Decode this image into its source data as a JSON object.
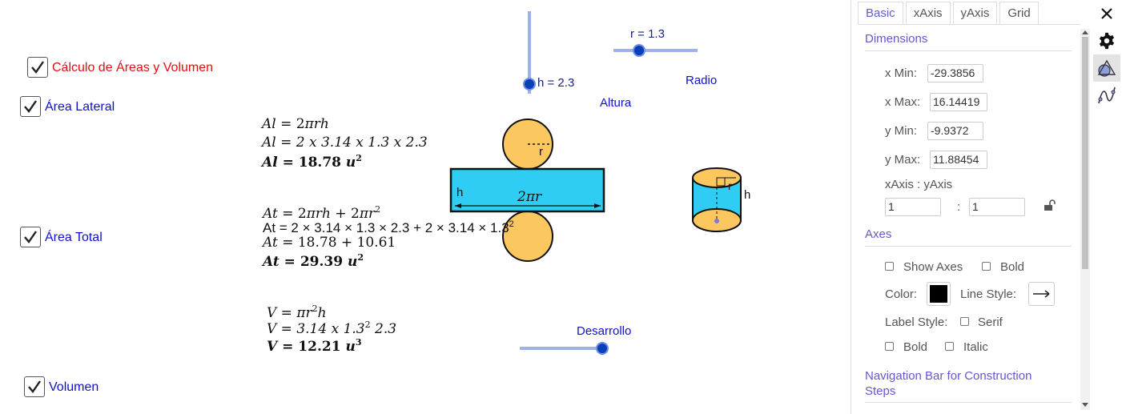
{
  "checkboxes": {
    "calc": {
      "label": "Cálculo de Áreas y Volumen",
      "checked": true
    },
    "lateral": {
      "label": "Área Lateral",
      "checked": true
    },
    "total": {
      "label": "Área Total",
      "checked": true
    },
    "volume": {
      "label": "Volumen",
      "checked": true
    }
  },
  "sliders": {
    "height": {
      "value_text": "h = 2.3",
      "caption": "Altura",
      "value": 2.3
    },
    "radius": {
      "value_text": "r = 1.3",
      "caption": "Radio",
      "value": 1.3
    },
    "develop": {
      "caption": "Desarrollo"
    }
  },
  "formulas": {
    "lateral": {
      "l1a": "Al",
      "l1b": " = 2",
      "l1c": "πrh",
      "l2a": "Al",
      "l2b": " = 2 x 3.14 x 1.3 x 2.3",
      "l3a": "Al",
      "l3b": " = 18.78 ",
      "l3c": "u",
      "l3d": "2"
    },
    "total": {
      "l1a": "At",
      "l1b": " = 2",
      "l1c": "πrh",
      "l1d": " + 2",
      "l1e": "πr",
      "l1f": "2",
      "l2": "At = 2 × 3.14 × 1.3 × 2.3  +  2 × 3.14 × 1.3",
      "l2sup": "2",
      "l3a": "At",
      "l3b": " = 18.78  +  10.61",
      "l4a": "At",
      "l4b": " = 29.39 ",
      "l4c": "u",
      "l4d": "2"
    },
    "volume": {
      "l1a": "V",
      "l1b": " = ",
      "l1c": "πr",
      "l1d": "2",
      "l1e": "h",
      "l2a": "V",
      "l2b": " =  3.14 x 1.3",
      "l2c": "2",
      "l2d": " 2.3",
      "l3a": "V",
      "l3b": " = 12.21 ",
      "l3c": "u",
      "l3d": "3"
    }
  },
  "figure_labels": {
    "r": "r",
    "h": "h",
    "circumference": "2πr",
    "cyl_r": "r",
    "cyl_h": "h"
  },
  "panel": {
    "tabs": [
      "Basic",
      "xAxis",
      "yAxis",
      "Grid"
    ],
    "dimensions_title": "Dimensions",
    "xmin_label": "x Min:",
    "xmin_value": "-29.3856",
    "xmax_label": "x Max:",
    "xmax_value": "16.14419",
    "ymin_label": "y Min:",
    "ymin_value": "-9.9372",
    "ymax_label": "y Max:",
    "ymax_value": "11.88454",
    "ratio_label": "xAxis : yAxis",
    "ratio_x": "1",
    "ratio_sep": ":",
    "ratio_y": "1",
    "axes_title": "Axes",
    "show_axes": "Show Axes",
    "bold": "Bold",
    "color_label": "Color:",
    "line_style_label": "Line Style:",
    "label_style_label": "Label Style:",
    "serif": "Serif",
    "bold2": "Bold",
    "italic": "Italic",
    "nav_title": "Navigation Bar for Construction Steps",
    "axis_color": "#000000"
  },
  "colors": {
    "accent": "#6557d2",
    "slider_track": "#9fb2e8",
    "slider_knob": "#0b3fb8",
    "circle_fill": "#fcc75f",
    "rect_fill": "#2fcdf4",
    "label_blue": "#1010cc",
    "label_red": "#e01010"
  }
}
